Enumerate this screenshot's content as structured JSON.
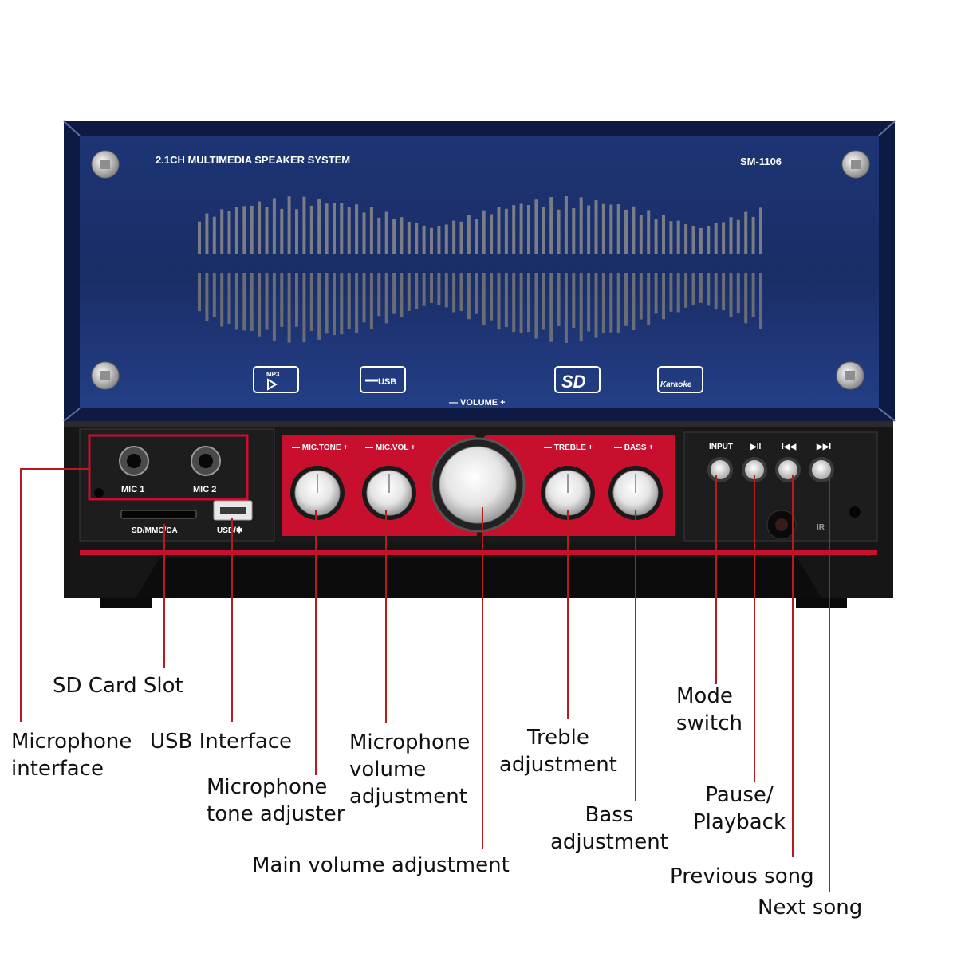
{
  "device": {
    "title": "2.1CH MULTIMEDIA SPEAKER SYSTEM",
    "model": "SM-1106",
    "volume_label": "— VOLUME +",
    "mode_icons": [
      {
        "label": "MP3",
        "icon": "mp3-play-icon"
      },
      {
        "label": "USB",
        "icon": "usb-icon"
      },
      {
        "label": "SD",
        "icon": "sd-icon"
      },
      {
        "label": "Karaoke",
        "icon": "karaoke-icon"
      }
    ],
    "ports": {
      "mic1": "MIC 1",
      "mic2": "MIC 2",
      "sd_slot": "SD/MMC/CA",
      "usb": "USB/✱"
    },
    "knob_labels": {
      "mic_tone": "— MIC.TONE +",
      "mic_vol": "— MIC.VOL +",
      "treble": "— TREBLE +",
      "bass": "— BASS +"
    },
    "buttons": {
      "input": "INPUT",
      "play_pause": "▶II",
      "previous": "I◀◀",
      "next": "▶▶I"
    },
    "ir_label": "IR"
  },
  "callouts": {
    "sd_card_slot": [
      "SD Card Slot"
    ],
    "microphone_interface": [
      "Microphone",
      "interface"
    ],
    "usb_interface": [
      "USB Interface"
    ],
    "mic_tone_adjuster": [
      "Microphone",
      "tone adjuster"
    ],
    "mic_volume_adjustment": [
      "Microphone",
      "volume",
      "adjustment"
    ],
    "main_volume_adjustment": [
      "Main volume adjustment"
    ],
    "treble_adjustment": [
      "Treble",
      "adjustment"
    ],
    "bass_adjustment": [
      "Bass",
      "adjustment"
    ],
    "mode_switch": [
      "Mode",
      "switch"
    ],
    "pause_playback": [
      "Pause/",
      "Playback"
    ],
    "previous_song": [
      "Previous song"
    ],
    "next_song": [
      "Next song"
    ]
  },
  "colors": {
    "panel_blue": "#1b2f6e",
    "accent_red": "#c8102e",
    "leader_line": "#b71c1c",
    "chassis_black": "#141414"
  }
}
